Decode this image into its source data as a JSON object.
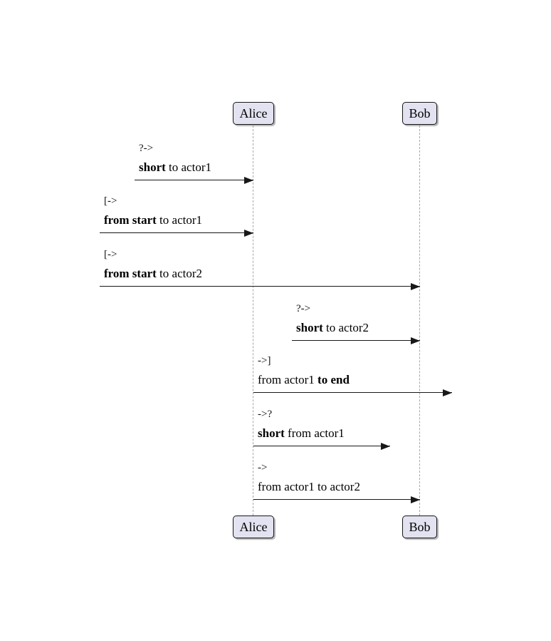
{
  "colors": {
    "background": "#FFFFFF",
    "actor_fill": "#E2E2F0",
    "actor_border": "#181818",
    "lifeline": "#A8A8A8",
    "message_line": "#181818"
  },
  "actors": [
    {
      "name": "Alice"
    },
    {
      "name": "Bob"
    }
  ],
  "messages": [
    {
      "op": "?->",
      "label_pre": "",
      "label_bold": "short",
      "label_post": " to actor1",
      "from": "short-left",
      "to": "Alice"
    },
    {
      "op": "[->",
      "label_pre": "",
      "label_bold": "from start",
      "label_post": " to actor1",
      "from": "start-edge",
      "to": "Alice"
    },
    {
      "op": "[->",
      "label_pre": "",
      "label_bold": "from start",
      "label_post": " to actor2",
      "from": "start-edge",
      "to": "Bob"
    },
    {
      "op": "?->",
      "label_pre": "",
      "label_bold": "short",
      "label_post": " to actor2",
      "from": "short-left",
      "to": "Bob"
    },
    {
      "op": "->]",
      "label_pre": "from actor1 ",
      "label_bold": "to end",
      "label_post": "",
      "from": "Alice",
      "to": "end-edge"
    },
    {
      "op": "->?",
      "label_pre": "",
      "label_bold": "short",
      "label_post": " from actor1",
      "from": "Alice",
      "to": "short-right"
    },
    {
      "op": "->",
      "label_pre": "from actor1 to actor2",
      "label_bold": "",
      "label_post": "",
      "from": "Alice",
      "to": "Bob"
    }
  ]
}
